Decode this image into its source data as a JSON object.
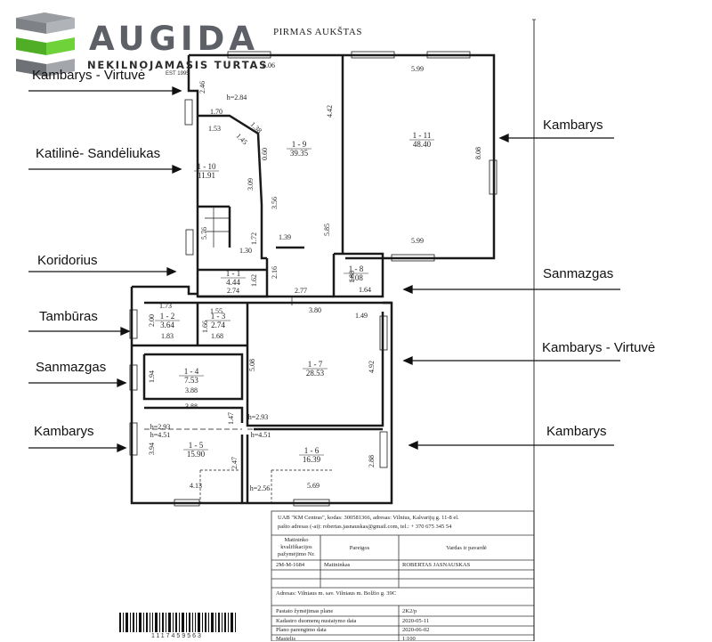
{
  "brand": {
    "name": "AUGIDA",
    "subtitle": "NEKILNOJAMASIS TURTAS",
    "est": "EST 1995",
    "colors": {
      "green": "#5cc12a",
      "gray": "#8c8f94",
      "text": "#5d6066"
    }
  },
  "plan": {
    "title": "PIRMAS AUKŠTAS",
    "rooms": [
      {
        "id": "1 - 1",
        "area": "4.44"
      },
      {
        "id": "1 - 2",
        "area": "3.64"
      },
      {
        "id": "1 - 3",
        "area": "2.74"
      },
      {
        "id": "1 - 4",
        "area": "7.53"
      },
      {
        "id": "1 - 5",
        "area": "15.90"
      },
      {
        "id": "1 - 6",
        "area": "16.39"
      },
      {
        "id": "1 - 7",
        "area": "28.53"
      },
      {
        "id": "1 - 8",
        "area": "3.08"
      },
      {
        "id": "1 - 9",
        "area": "39.35"
      },
      {
        "id": "1 - 10",
        "area": "11.91"
      },
      {
        "id": "1 - 11",
        "area": "48.40"
      }
    ],
    "dimensions": [
      "6.06",
      "5.99",
      "2.46",
      "h=2.84",
      "4.42",
      "1.70",
      "1.53",
      "1.38",
      "1.45",
      "0.60",
      "3.09",
      "3.56",
      "5.85",
      "8.08",
      "5.76",
      "1.72",
      "1.30",
      "1.39",
      "5.99",
      "1.88",
      "1.64",
      "1.62",
      "2.16",
      "2.74",
      "2.77",
      "1.73",
      "2.00",
      "1.83",
      "1.55",
      "1.66",
      "1.68",
      "3.80",
      "1.49",
      "4.92",
      "1.94",
      "5.08",
      "3.88",
      "3.88",
      "1.47",
      "h=2.93",
      "h=2.93",
      "h=4.51",
      "h=4.51",
      "3.94",
      "2.47",
      "2.88",
      "4.13",
      "h=2.56",
      "5.69"
    ]
  },
  "labels": {
    "left": [
      "Kambarys - Virtuvė",
      "Katilinė- Sandėliukas",
      "Koridorius",
      "Tambūras",
      "Sanmazgas",
      "Kambarys"
    ],
    "right": [
      "Kambarys",
      "Sanmazgas",
      "Kambarys - Virtuvė",
      "Kambarys"
    ]
  },
  "title_block": {
    "company_line1": "UAB \"KM Centras\", kodas: 300581366, adresas: Vilnius, Kalvarijų g. 11-8 el.",
    "company_line2": "pašto adresas (-ai): robertas.jasnauskas@gmail.com, tel.: + 370 675 345 54",
    "headers": [
      "Matininko kvalifikacijos pažymėjimo Nr.",
      "Pareigos",
      "Vardas ir pavardė"
    ],
    "row": [
      "2M-M-1684",
      "Matininkas",
      "ROBERTAS JASNAUSKAS"
    ],
    "address": "Adresas: Vilniaus m. sav. Vilniaus m. Bolžio g. 39C",
    "info_rows": [
      {
        "label": "Pastato žymėjimas plane",
        "value": "2K2/p"
      },
      {
        "label": "Kadastro duomenų nustatymo data",
        "value": "2020-05-11"
      },
      {
        "label": "Plano parengimo data",
        "value": "2020-06-02"
      },
      {
        "label": "Mastelis",
        "value": "1:100"
      }
    ]
  },
  "barcode_number": "1117459563"
}
